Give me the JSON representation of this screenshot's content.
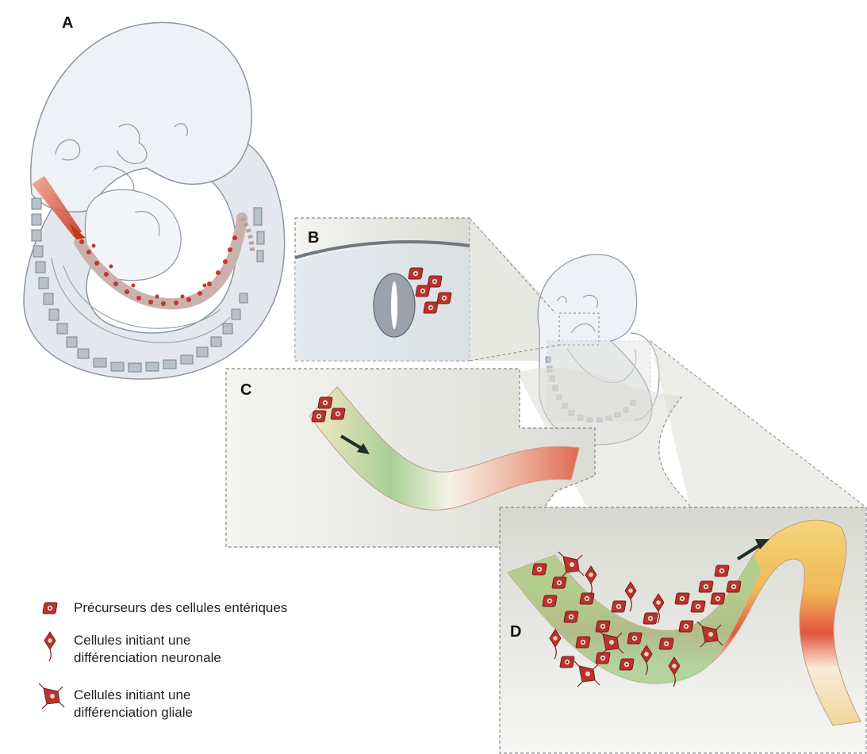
{
  "panels": {
    "a": "A",
    "b": "B",
    "c": "C",
    "d": "D"
  },
  "legend": {
    "precursors": "Précurseurs des cellules entériques",
    "neuronal_line1": "Cellules initiant une",
    "neuronal_line2": "différenciation neuronale",
    "glial_line1": "Cellules initiant une",
    "glial_line2": "différenciation gliale"
  },
  "colors": {
    "cell_red": "#b8332c",
    "embryo_fill": "#e9edf2",
    "gut_green": "#a9cf96",
    "gut_red": "#e06a52",
    "gut_yellow": "#f3d77a"
  }
}
